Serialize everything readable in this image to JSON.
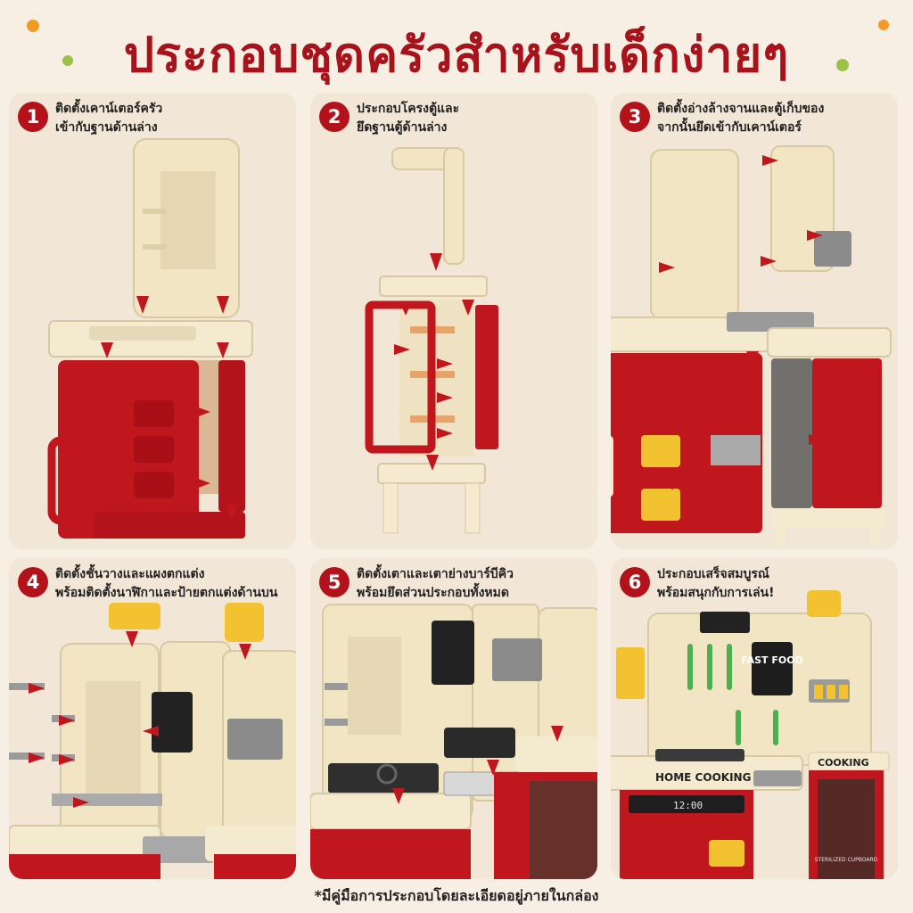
{
  "title": "ประกอบชุดครัวสำหรับเด็กง่ายๆ",
  "colors": {
    "red": "#c0171f",
    "cream": "#f3e8cf",
    "yellow": "#f2c230",
    "gray": "#8b8b8b"
  },
  "steps": [
    {
      "number": "1",
      "lines": [
        "ติดตั้งเคาน์เตอร์ครัว",
        "เข้ากับฐานด้านล่าง"
      ]
    },
    {
      "number": "2",
      "lines": [
        "ประกอบโครงตู้และ",
        "ยึดฐานตู้ด้านล่าง"
      ]
    },
    {
      "number": "3",
      "lines": [
        "ติดตั้งอ่างล้างจานและตู้เก็บของ",
        "จากนั้นยึดเข้ากับเคาน์เตอร์"
      ]
    },
    {
      "number": "4",
      "lines": [
        "ติดตั้งชั้นวางและแผงตกแต่ง",
        "พร้อมติดตั้งนาฬิกาและป้ายตกแต่งด้านบน"
      ]
    },
    {
      "number": "5",
      "lines": [
        "ติดตั้งเตาและเตาย่างบาร์บีคิว",
        "พร้อมยึดส่วนประกอบทั้งหมด"
      ]
    },
    {
      "number": "6",
      "lines": [
        "ประกอบเสร็จสมบูรณ์",
        "พร้อมสนุกกับการเล่น!"
      ]
    }
  ],
  "product_labels": {
    "home_cooking": "HOME COOKING",
    "cooking": "COOKING",
    "fast_food": "FAST FOOD",
    "timer": "12:00",
    "sterilized": "STERILIZED CUPBOARD"
  },
  "footnote": "*มีคู่มือการประกอบโดยละเอียดอยู่ภายในกล่อง"
}
